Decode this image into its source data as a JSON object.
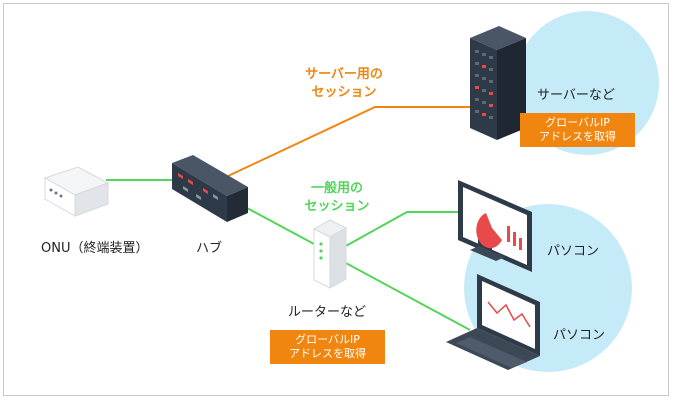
{
  "colors": {
    "orange": "#f0860f",
    "green": "#53d45a",
    "bubble": "#c6ebf8",
    "device_dark": "#2f3a48",
    "device_red": "#e84a4a"
  },
  "labels": {
    "onu": "ONU（終端装置）",
    "hub": "ハブ",
    "router": "ルーターなど",
    "server": "サーバーなど",
    "pc1": "パソコン",
    "pc2": "パソコン"
  },
  "sessions": {
    "server_session": "サーバー用の\nセッション",
    "general_session": "一般用の\nセッション"
  },
  "badges": {
    "server_badge": "グローバルIP\nアドレスを取得",
    "router_badge": "グローバルIP\nアドレスを取得"
  },
  "icons": [
    "onu-icon",
    "hub-icon",
    "router-icon",
    "server-icon",
    "monitor-icon",
    "laptop-icon"
  ]
}
